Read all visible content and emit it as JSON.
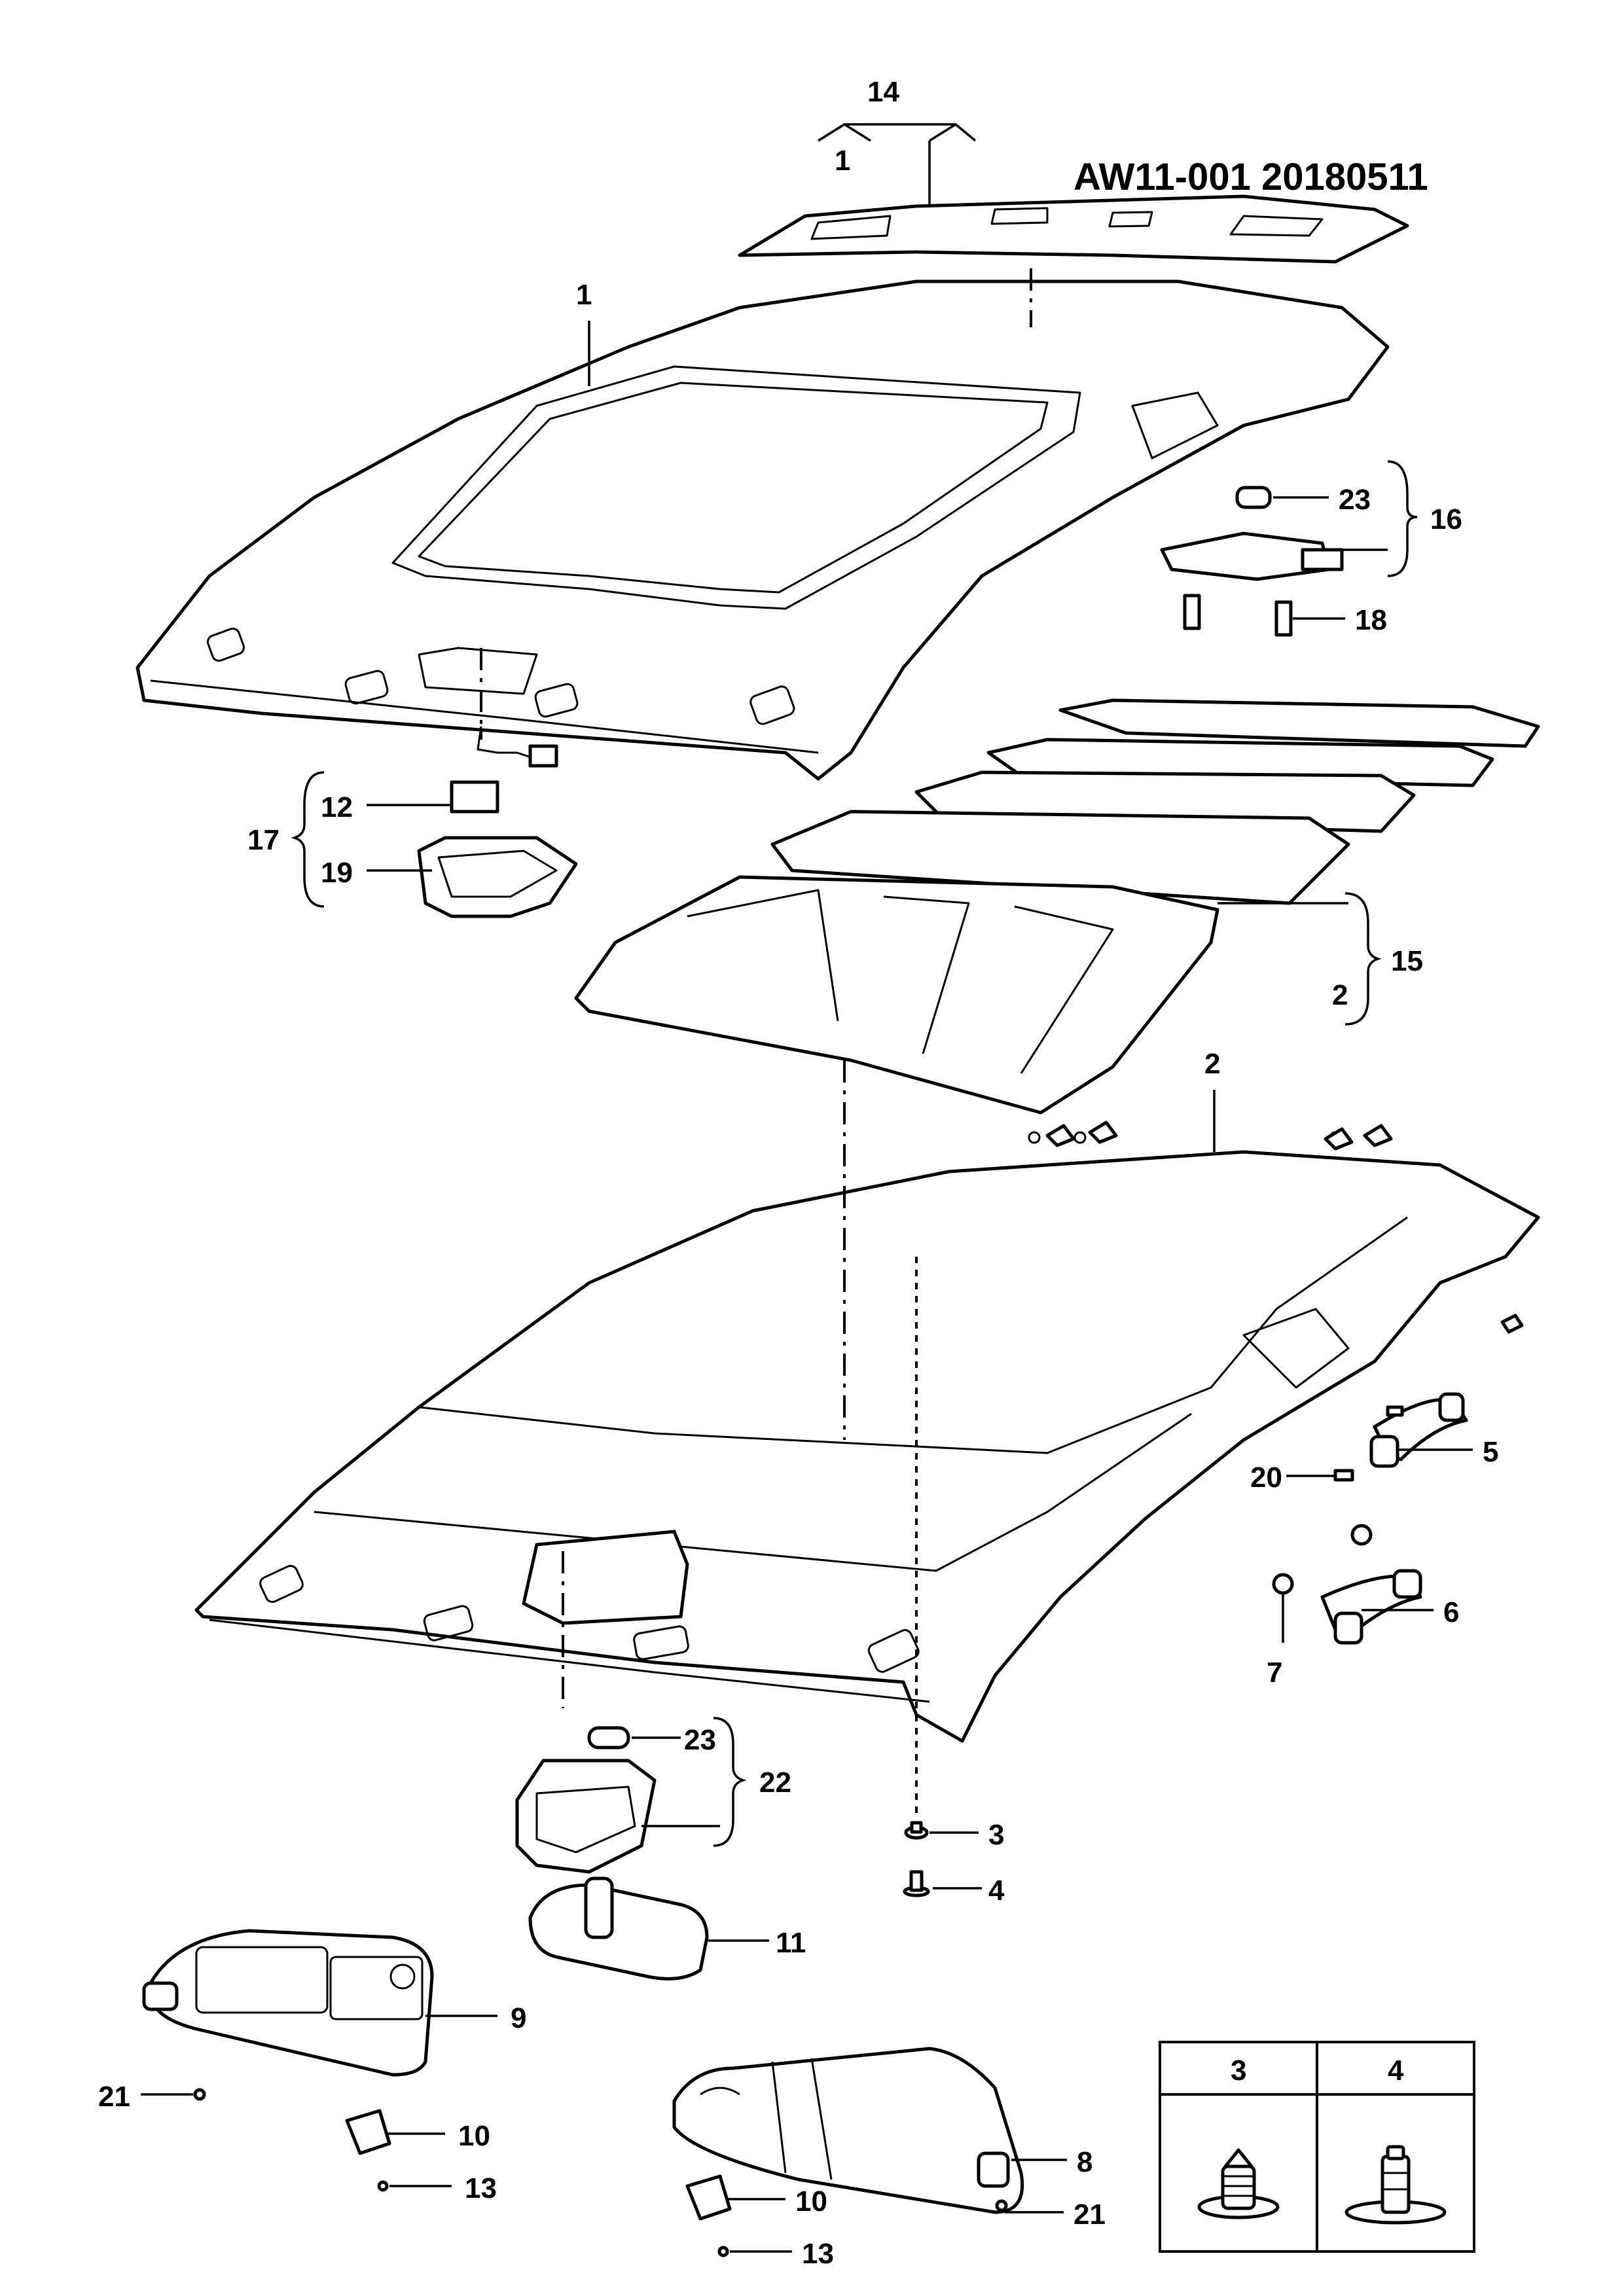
{
  "diagram_id": "AW11-001  20180511",
  "callouts": {
    "c14": "14",
    "c1_top": "1",
    "c1_main": "1",
    "c23_top": "23",
    "c16": "16",
    "c18": "18",
    "c12": "12",
    "c17": "17",
    "c19": "19",
    "c15": "15",
    "c2_bracket": "2",
    "c2_main": "2",
    "c5": "5",
    "c20": "20",
    "c6": "6",
    "c7": "7",
    "c23_bottom": "23",
    "c22": "22",
    "c3": "3",
    "c4": "4",
    "c11": "11",
    "c9": "9",
    "c21_left": "21",
    "c10_left": "10",
    "c13_left": "13",
    "c8": "8",
    "c10_right": "10",
    "c21_right": "21",
    "c13_right": "13"
  },
  "legend": {
    "headers": [
      "3",
      "4"
    ],
    "items": [
      "clip-fastener-3",
      "clip-fastener-4"
    ]
  }
}
